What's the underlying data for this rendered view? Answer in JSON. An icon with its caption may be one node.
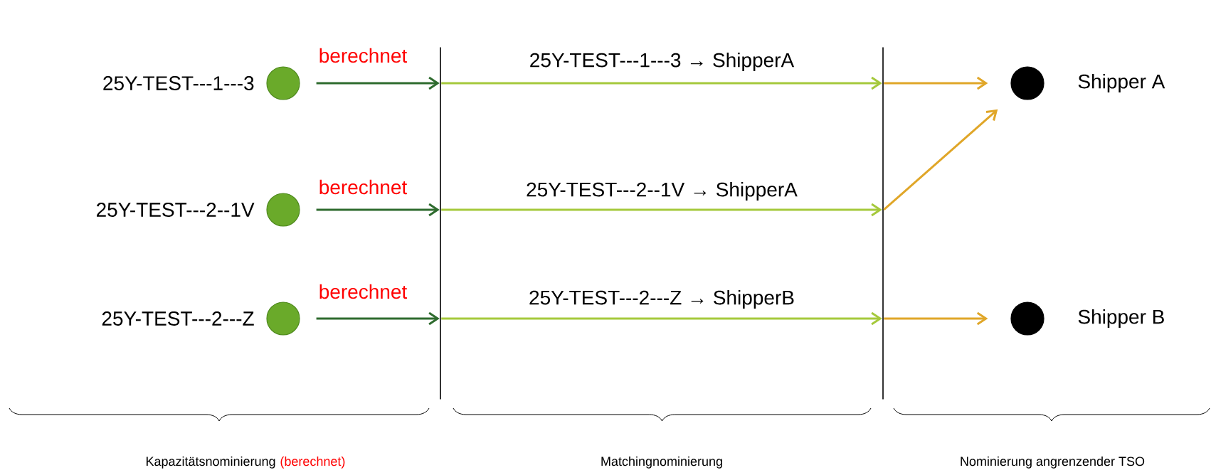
{
  "diagram": {
    "nodes": [
      {
        "text": [],
        "shape": "bar"
      },
      {
        "text": [],
        "shape": "bar"
      },
      {
        "text": [],
        "shape": "circle",
        "beside": [
          "25Y-TEST---1---3"
        ]
      },
      {
        "text": [],
        "shape": "circle",
        "beside": [
          "Shipper A"
        ]
      },
      {
        "text": [],
        "shape": "circle",
        "beside": [
          "25Y-TEST---2--1V"
        ]
      },
      {
        "text": [],
        "shape": "circle",
        "beside": [
          "25Y-TEST---2---Z"
        ]
      },
      {
        "text": [],
        "shape": "circle",
        "beside": [
          "Shipper B"
        ]
      }
    ],
    "edges": [
      {
        "from": 2,
        "to": 0,
        "arrow": "to",
        "label": "berechnet",
        "color": "#2e6b2e"
      },
      {
        "from": 4,
        "to": 0,
        "arrow": "to",
        "label": "berechnet",
        "color": "#2e6b2e"
      },
      {
        "from": 5,
        "to": 0,
        "arrow": "to",
        "label": "berechnet",
        "color": "#2e6b2e"
      },
      {
        "from": 0,
        "to": 1,
        "arrow": "to",
        "label": "25Y-TEST---1---3 → ShipperA",
        "color": "#a5c93c"
      },
      {
        "from": 0,
        "to": 1,
        "arrow": "to",
        "label": "25Y-TEST---2--1V → ShipperA",
        "color": "#a5c93c"
      },
      {
        "from": 0,
        "to": 1,
        "arrow": "to",
        "label": "25Y-TEST---2---Z → ShipperB",
        "color": "#a5c93c"
      },
      {
        "from": 1,
        "to": 3,
        "arrow": "to",
        "color": "#e0a628"
      },
      {
        "from": 1,
        "to": 3,
        "arrow": "to",
        "color": "#e0a628"
      },
      {
        "from": 1,
        "to": 6,
        "arrow": "to",
        "color": "#e0a628"
      }
    ],
    "labels": [
      "Kapazitätsnominierung",
      "(berechnet)",
      "Matchingnominierung",
      "Nominierung angrenzender TSO"
    ]
  }
}
